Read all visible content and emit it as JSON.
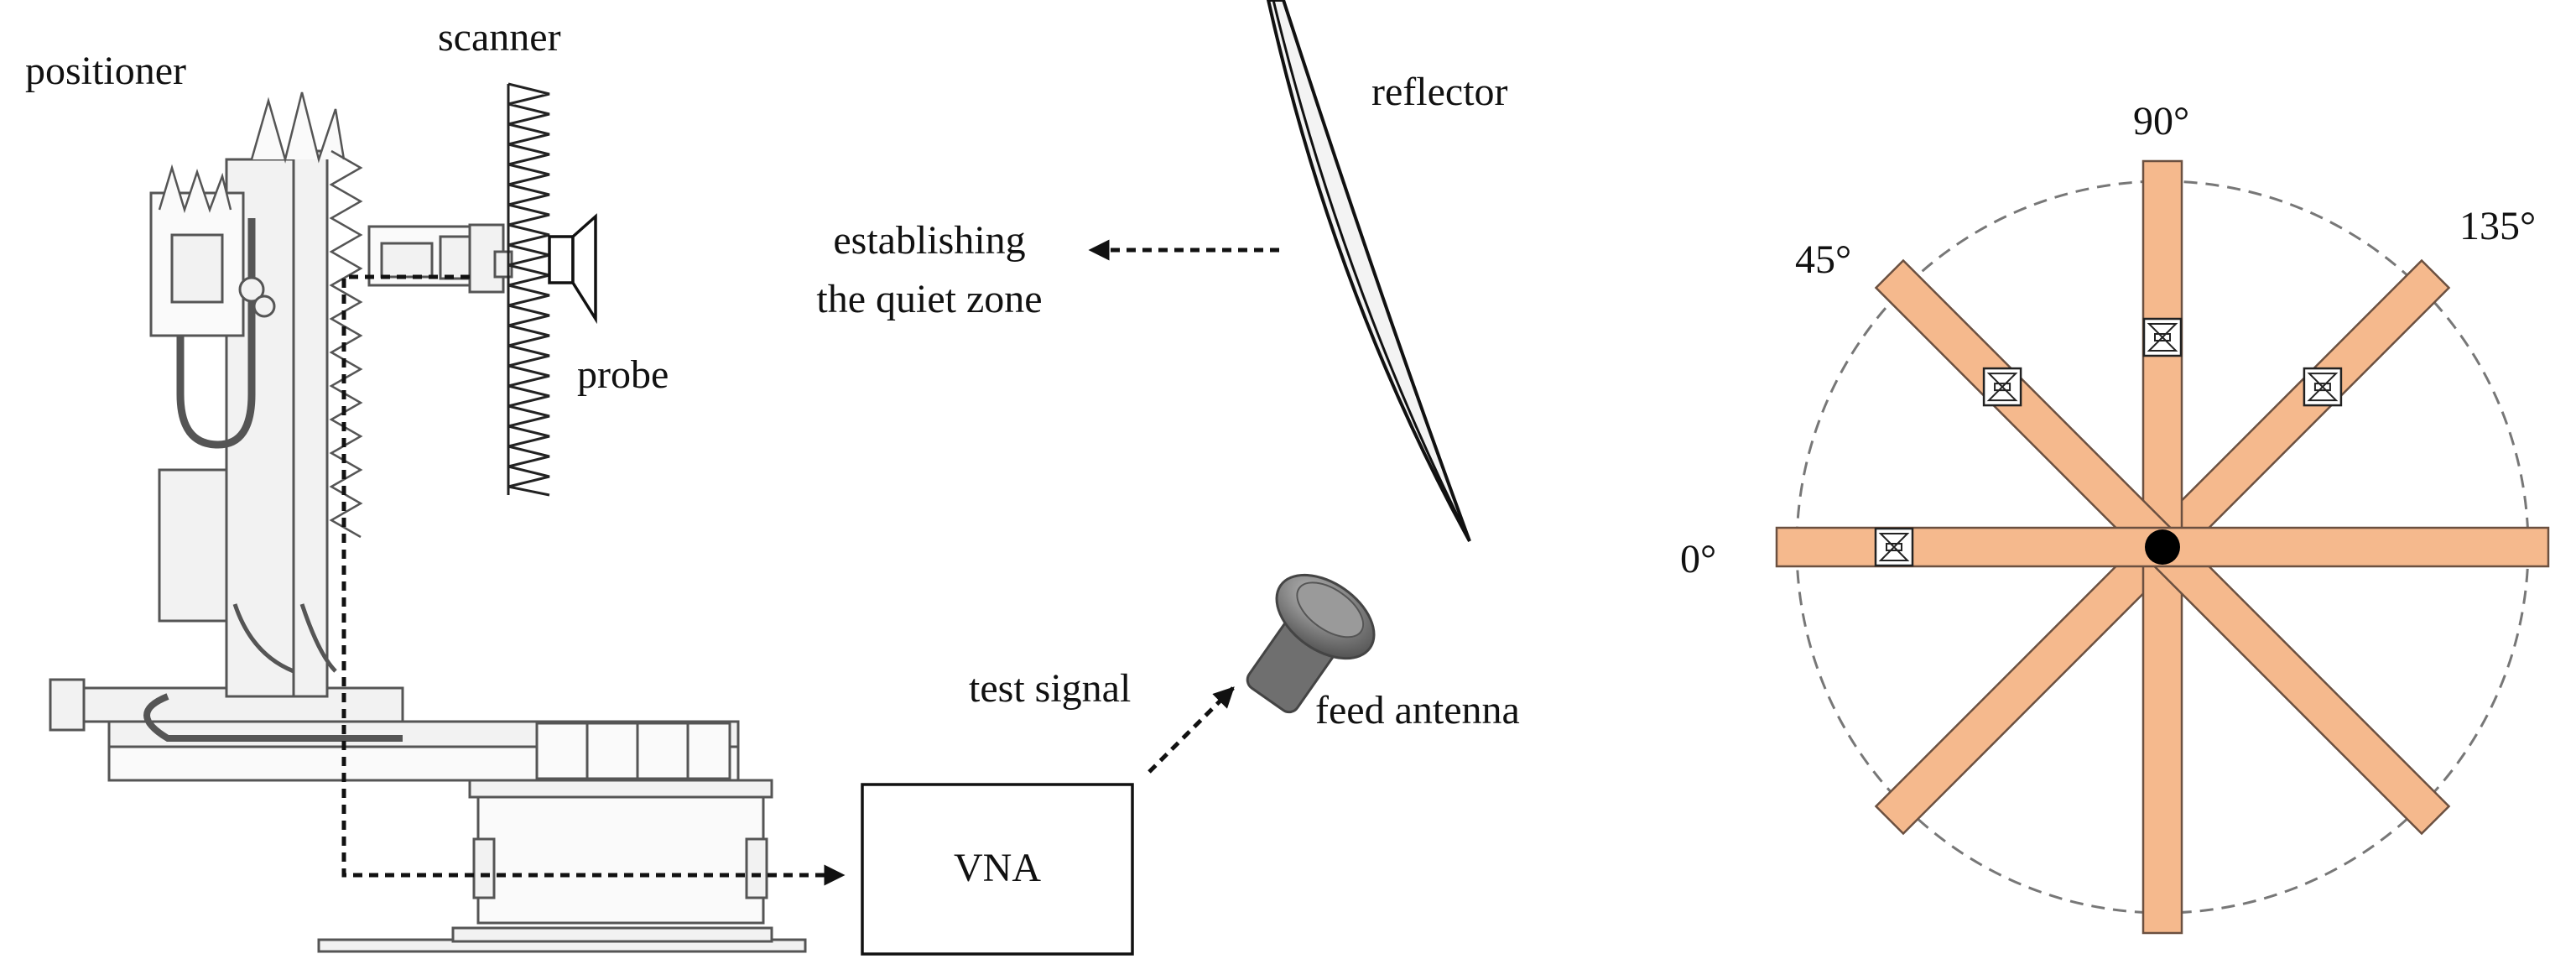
{
  "labels": {
    "positioner": "positioner",
    "scanner": "scanner",
    "reflector": "reflector",
    "quiet_zone_line1": "establishing",
    "quiet_zone_line2": "the quiet zone",
    "probe": "probe",
    "test_signal": "test signal",
    "feed_antenna": "feed antenna",
    "vna": "VNA"
  },
  "angle_labels": {
    "deg0": "0°",
    "deg45": "45°",
    "deg90": "90°",
    "deg135": "135°"
  },
  "colors": {
    "arm_fill": "#f5b98d",
    "arm_stroke": "#6b5040",
    "line": "#111111",
    "machine_stroke": "#555555",
    "machine_fill": "#f2f2f2",
    "feed_fill": "#7a7a7a",
    "circle_dash": "#777777"
  },
  "arm_angles_deg": [
    0,
    45,
    90,
    135
  ]
}
